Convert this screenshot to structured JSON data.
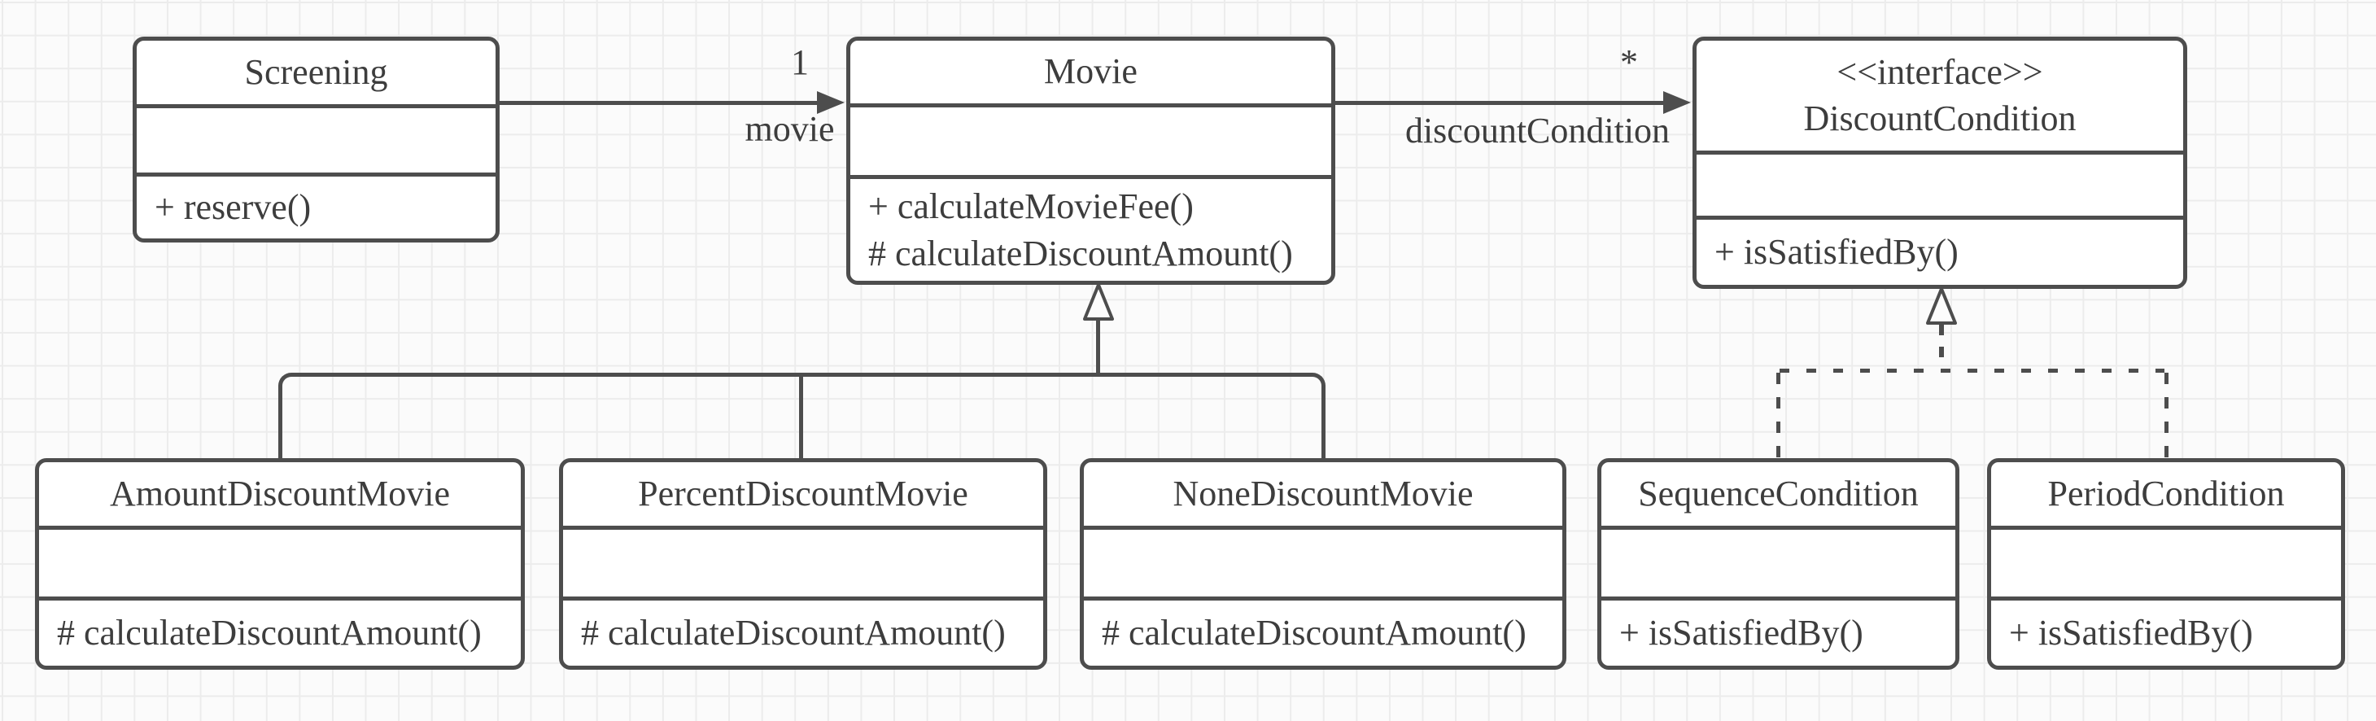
{
  "classes": [
    {
      "name": "Screening",
      "stereotype": "",
      "attributes": [],
      "methods": [
        "+ reserve()"
      ]
    },
    {
      "name": "Movie",
      "stereotype": "",
      "attributes": [],
      "methods": [
        "+ calculateMovieFee()",
        "# calculateDiscountAmount()"
      ]
    },
    {
      "name": "DiscountCondition",
      "stereotype": "<<interface>>",
      "attributes": [],
      "methods": [
        "+ isSatisfiedBy()"
      ]
    },
    {
      "name": "AmountDiscountMovie",
      "stereotype": "",
      "attributes": [],
      "methods": [
        "# calculateDiscountAmount()"
      ]
    },
    {
      "name": "PercentDiscountMovie",
      "stereotype": "",
      "attributes": [],
      "methods": [
        "# calculateDiscountAmount()"
      ]
    },
    {
      "name": "NoneDiscountMovie",
      "stereotype": "",
      "attributes": [],
      "methods": [
        "# calculateDiscountAmount()"
      ]
    },
    {
      "name": "SequenceCondition",
      "stereotype": "",
      "attributes": [],
      "methods": [
        "+ isSatisfiedBy()"
      ]
    },
    {
      "name": "PeriodCondition",
      "stereotype": "",
      "attributes": [],
      "methods": [
        "+ isSatisfiedBy()"
      ]
    }
  ],
  "associations": [
    {
      "from": "Screening",
      "to": "Movie",
      "multiplicity": "1",
      "role": "movie"
    },
    {
      "from": "Movie",
      "to": "DiscountCondition",
      "multiplicity": "*",
      "role": "discountCondition"
    }
  ],
  "generalizations": [
    {
      "parent": "Movie",
      "children": [
        "AmountDiscountMovie",
        "PercentDiscountMovie",
        "NoneDiscountMovie"
      ],
      "line_style": "solid"
    }
  ],
  "realizations": [
    {
      "interface": "DiscountCondition",
      "implementers": [
        "SequenceCondition",
        "PeriodCondition"
      ],
      "line_style": "dashed"
    }
  ],
  "colors": {
    "stroke": "#4d4d4d",
    "box_fill": "#ffffff",
    "text": "#3d3d3d",
    "background": "#fbfbfb",
    "grid_line": "#ececec"
  }
}
